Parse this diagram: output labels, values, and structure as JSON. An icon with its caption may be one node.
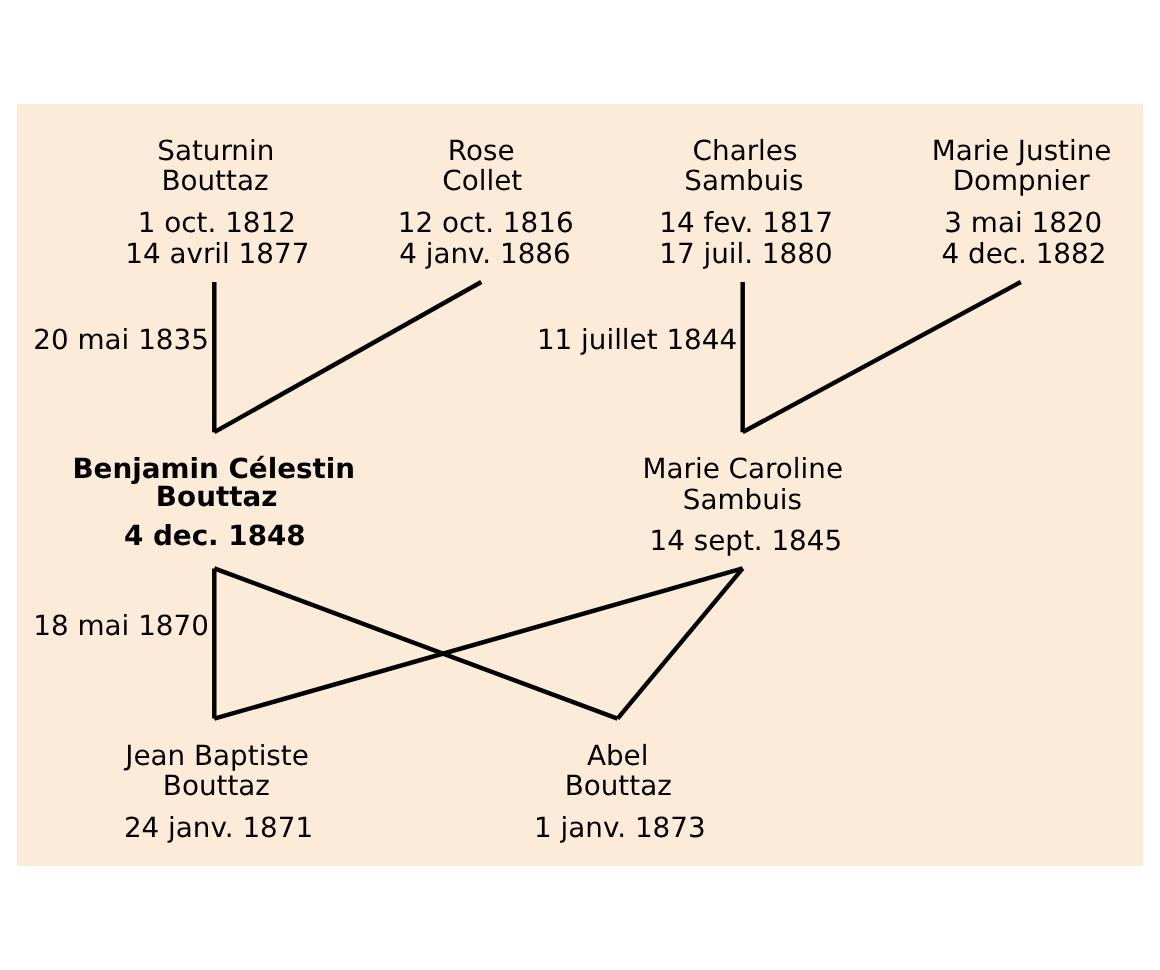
{
  "diagram": {
    "nodes": [
      {
        "text": [
          "Saturnin Bouttaz",
          "1 oct. 1812",
          "14 avril 1877"
        ]
      },
      {
        "text": [
          "Rose Collet",
          "12 oct. 1816",
          "4 janv. 1886"
        ]
      },
      {
        "text": [
          "Charles Sambuis",
          "14 fev. 1817",
          "17 juil. 1880"
        ]
      },
      {
        "text": [
          "Marie Justine Dompnier",
          "3 mai 1820",
          "4 dec. 1882"
        ]
      },
      {
        "text": [
          "Benjamin Célestin Bouttaz",
          "4 dec. 1848"
        ]
      },
      {
        "text": [
          "Marie Caroline Sambuis",
          "14 sept. 1845"
        ]
      },
      {
        "text": [
          "Jean Baptiste Bouttaz",
          "24 janv. 1871"
        ]
      },
      {
        "text": [
          "Abel Bouttaz",
          "1 janv. 1873"
        ]
      }
    ],
    "edges": [
      {
        "from": 0,
        "to": 4,
        "arrow": "none",
        "label": "20 mai 1835"
      },
      {
        "from": 1,
        "to": 4,
        "arrow": "none"
      },
      {
        "from": 2,
        "to": 5,
        "arrow": "none",
        "label": "11 juillet 1844"
      },
      {
        "from": 3,
        "to": 5,
        "arrow": "none"
      },
      {
        "from": 4,
        "to": 6,
        "arrow": "none",
        "label": "18 mai 1870"
      },
      {
        "from": 5,
        "to": 6,
        "arrow": "none"
      },
      {
        "from": 4,
        "to": 7,
        "arrow": "none"
      },
      {
        "from": 5,
        "to": 7,
        "arrow": "none"
      }
    ]
  }
}
